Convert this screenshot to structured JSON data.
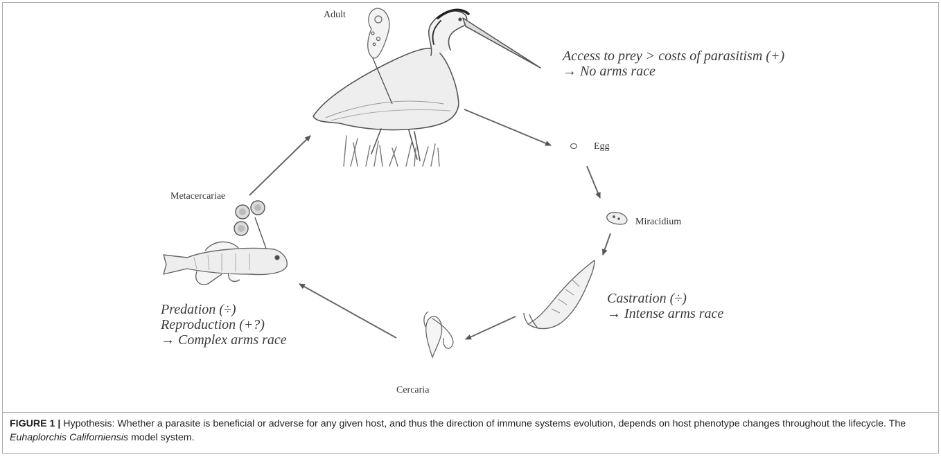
{
  "labels": {
    "adult": "Adult",
    "egg": "Egg",
    "miracidium": "Miracidium",
    "cercaria": "Cercaria",
    "metacercariae": "Metacercariae"
  },
  "notes": {
    "bird": {
      "line1": "Access to prey > costs of parasitism (+)",
      "line2": "→ No arms race"
    },
    "snail": {
      "line1": "Castration (÷)",
      "line2": "→ Intense arms race"
    },
    "fish": {
      "line1": "Predation (÷)",
      "line2": "Reproduction (+?)",
      "line3": "→ Complex arms race"
    }
  },
  "caption": {
    "prefix": "FIGURE 1 |",
    "text_before_species": " Hypothesis: Whether a parasite is beneficial or adverse for any given host, and thus the direction of immune systems evolution, depends on host phenotype changes throughout the lifecycle. The ",
    "species": "Euhaplorchis Californiensis",
    "text_after_species": " model system."
  },
  "icons": [
    "heron-illustration",
    "fish-illustration",
    "snail-illustration",
    "adult-fluke-illustration",
    "egg-illustration",
    "miracidium-illustration",
    "cercaria-illustration",
    "metacercariae-illustration"
  ]
}
